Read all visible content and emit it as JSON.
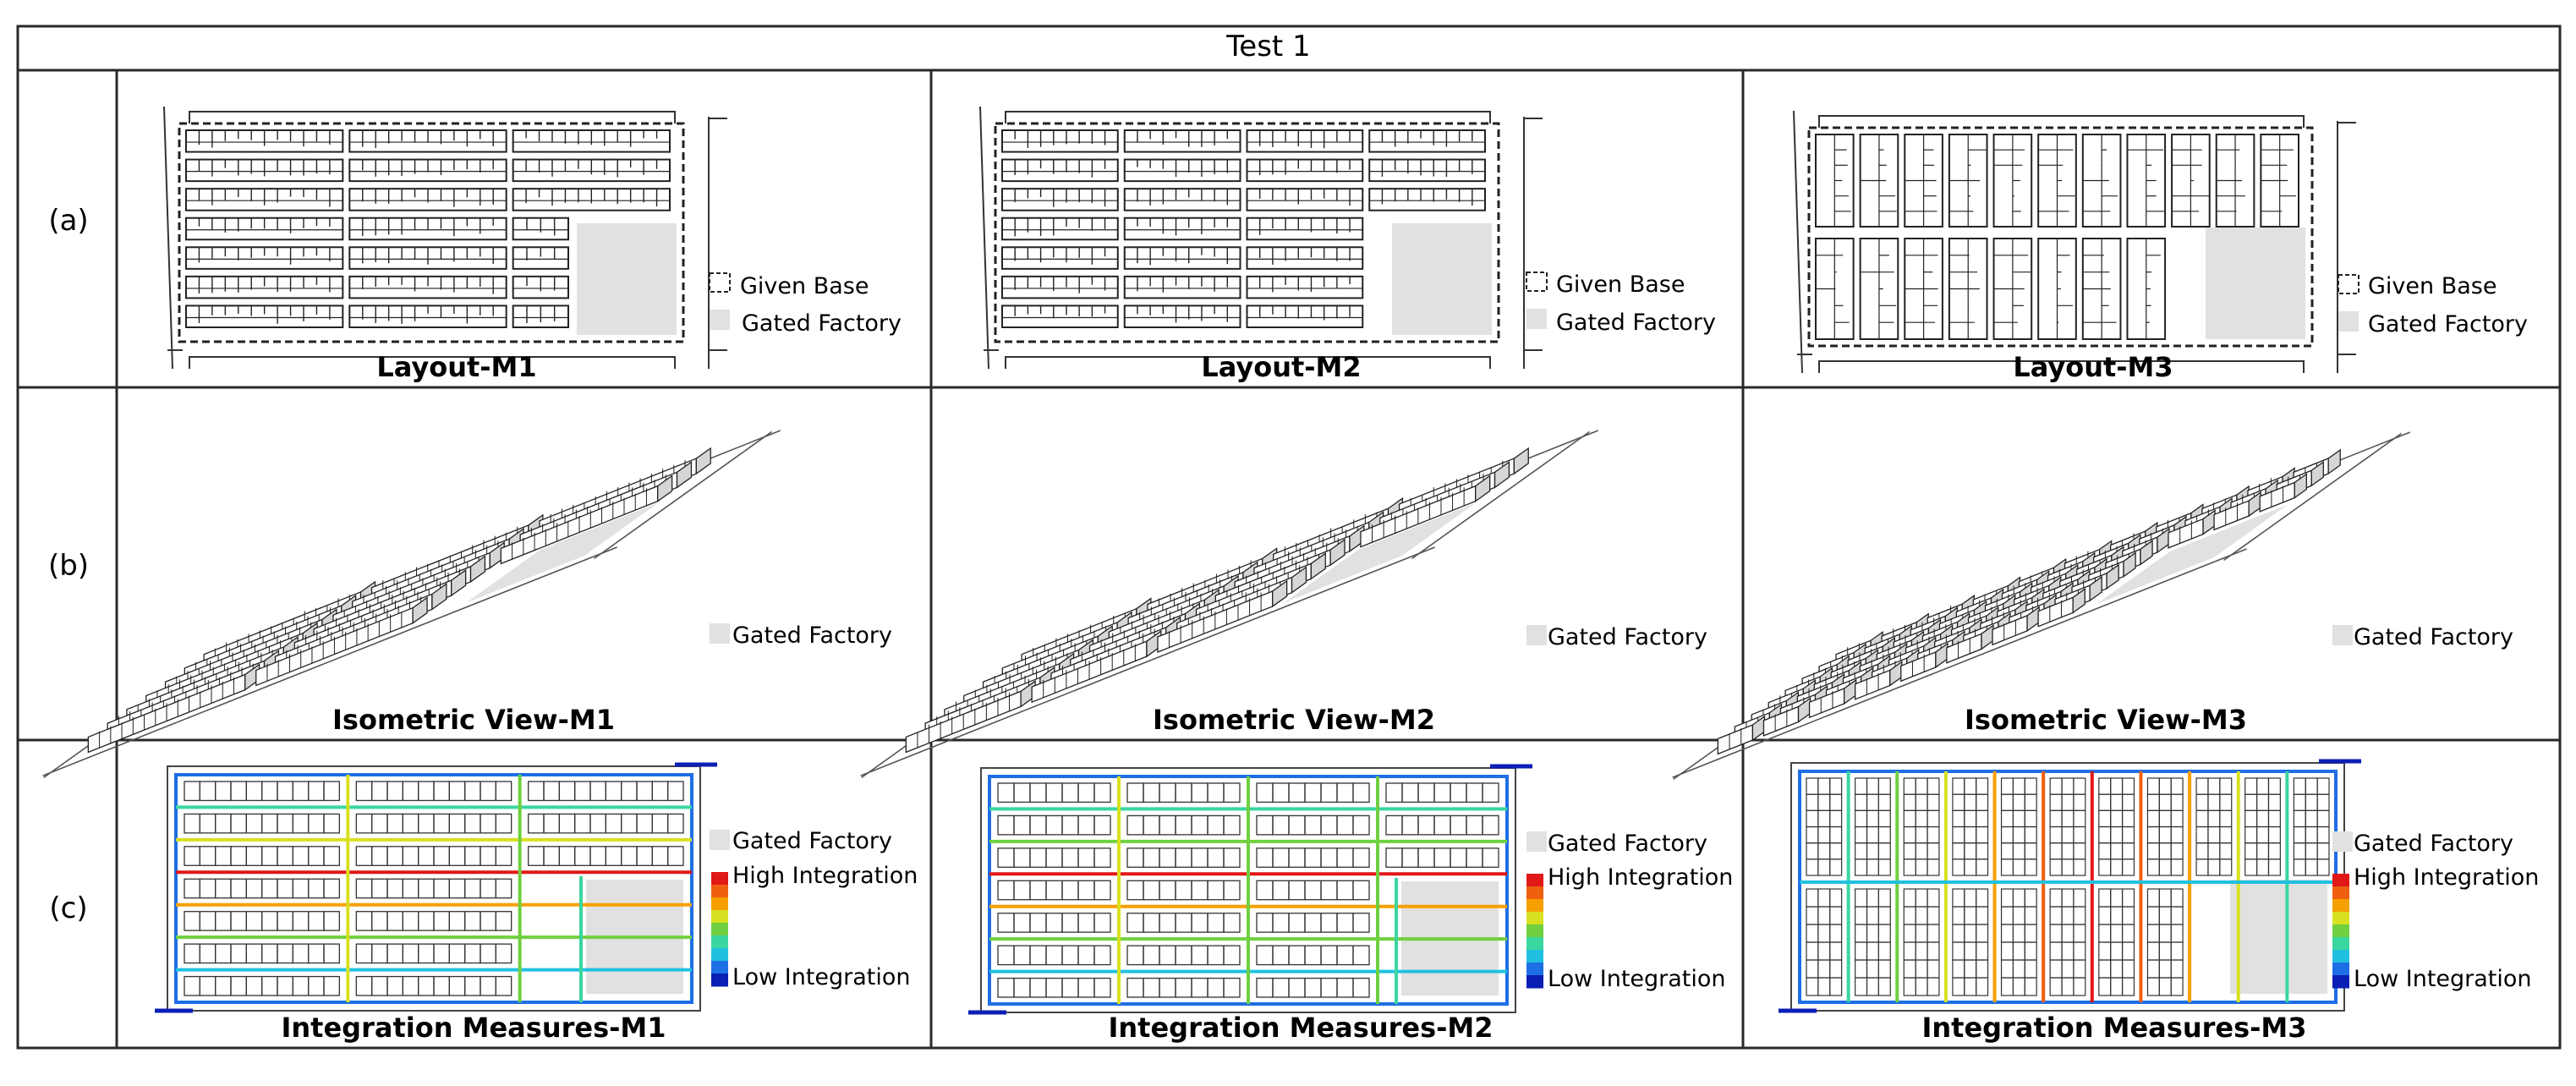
{
  "title": "Test 1",
  "rows": [
    {
      "label": "(a)",
      "captions": [
        "Layout-M1",
        "Layout-M2",
        "Layout-M3"
      ]
    },
    {
      "label": "(b)",
      "captions": [
        "Isometric View-M1",
        "Isometric View-M2",
        "Isometric View-M3"
      ]
    },
    {
      "label": "(c)",
      "captions": [
        "Integration Measures-M1",
        "Integration Measures-M2",
        "Integration Measures-M3"
      ]
    }
  ],
  "legend": {
    "given_base": "Given Base",
    "gated_factory": "Gated Factory",
    "high_integration": "High Integration",
    "low_integration": "Low Integration"
  },
  "colors": {
    "gated_factory": "#e1e1e1",
    "integration_ramp": [
      "#0a1fb4",
      "#1e6ee6",
      "#22c0e0",
      "#3ad6a0",
      "#70d040",
      "#d8e020",
      "#f5a000",
      "#ee6010",
      "#e01818"
    ]
  }
}
